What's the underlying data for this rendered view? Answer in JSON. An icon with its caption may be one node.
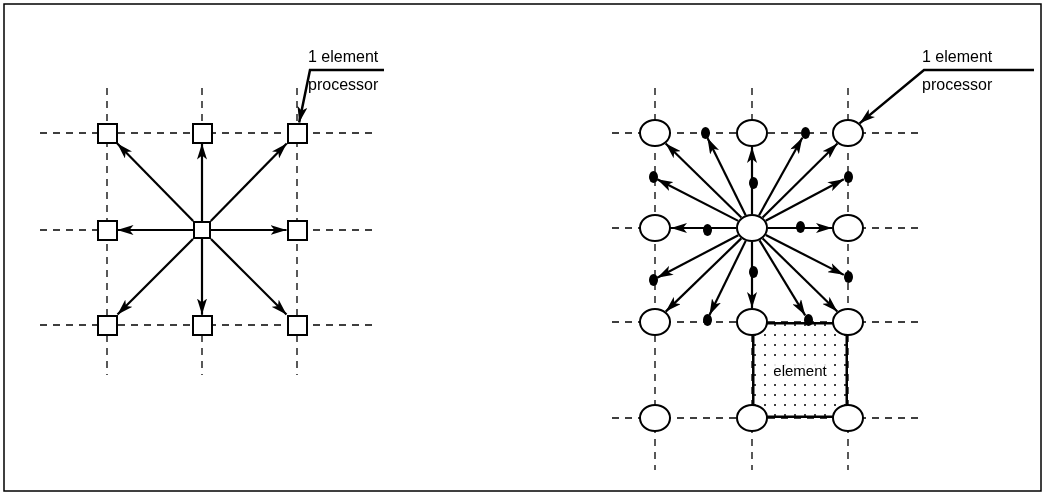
{
  "diagram": {
    "nodes": [
      {
        "text": [
          "1 element",
          "processor"
        ]
      },
      {
        "text": [],
        "shape": "box"
      },
      {
        "text": [],
        "shape": "box"
      },
      {
        "text": [],
        "shape": "box"
      },
      {
        "text": [],
        "shape": "box"
      },
      {
        "text": [],
        "shape": "box"
      },
      {
        "text": [],
        "shape": "box"
      },
      {
        "text": [],
        "shape": "box"
      },
      {
        "text": [],
        "shape": "box"
      },
      {
        "text": [],
        "shape": "box"
      },
      {
        "text": [
          "1 element",
          "processor"
        ]
      },
      {
        "text": [],
        "shape": "circle"
      },
      {
        "text": [],
        "shape": "circle"
      },
      {
        "text": [],
        "shape": "circle"
      },
      {
        "text": [],
        "shape": "circle"
      },
      {
        "text": [],
        "shape": "circle"
      },
      {
        "text": [],
        "shape": "circle"
      },
      {
        "text": [],
        "shape": "circle"
      },
      {
        "text": [],
        "shape": "circle"
      },
      {
        "text": [],
        "shape": "circle"
      },
      {
        "text": [],
        "shape": "circle"
      },
      {
        "text": [],
        "shape": "circle"
      },
      {
        "text": [],
        "shape": "circle"
      },
      {
        "text": [],
        "shape": "dot"
      },
      {
        "text": [],
        "shape": "dot"
      },
      {
        "text": [],
        "shape": "dot"
      },
      {
        "text": [],
        "shape": "dot"
      },
      {
        "text": [],
        "shape": "dot"
      },
      {
        "text": [],
        "shape": "dot"
      },
      {
        "text": [],
        "shape": "dot"
      },
      {
        "text": [],
        "shape": "dot"
      },
      {
        "text": [],
        "shape": "dot"
      },
      {
        "text": [],
        "shape": "dot"
      },
      {
        "text": [],
        "shape": "dot"
      },
      {
        "text": [],
        "shape": "dot"
      },
      {
        "text": [
          "element"
        ]
      }
    ],
    "edges": [
      {
        "from": 0,
        "to": 3,
        "arrow": "to"
      },
      {
        "from": 5,
        "to": 1,
        "arrow": "to"
      },
      {
        "from": 5,
        "to": 2,
        "arrow": "to"
      },
      {
        "from": 5,
        "to": 3,
        "arrow": "to"
      },
      {
        "from": 5,
        "to": 4,
        "arrow": "to"
      },
      {
        "from": 5,
        "to": 6,
        "arrow": "to"
      },
      {
        "from": 5,
        "to": 7,
        "arrow": "to"
      },
      {
        "from": 5,
        "to": 8,
        "arrow": "to"
      },
      {
        "from": 5,
        "to": 9,
        "arrow": "to"
      },
      {
        "from": 10,
        "to": 13,
        "arrow": "to"
      },
      {
        "from": 15,
        "to": 11,
        "arrow": "to"
      },
      {
        "from": 15,
        "to": 23,
        "arrow": "to"
      },
      {
        "from": 15,
        "to": 12,
        "arrow": "to"
      },
      {
        "from": 15,
        "to": 24,
        "arrow": "to"
      },
      {
        "from": 15,
        "to": 13,
        "arrow": "to"
      },
      {
        "from": 15,
        "to": 27,
        "arrow": "to"
      },
      {
        "from": 15,
        "to": 16,
        "arrow": "to"
      },
      {
        "from": 15,
        "to": 32,
        "arrow": "to"
      },
      {
        "from": 15,
        "to": 19,
        "arrow": "to"
      },
      {
        "from": 15,
        "to": 34,
        "arrow": "to"
      },
      {
        "from": 15,
        "to": 18,
        "arrow": "to"
      },
      {
        "from": 15,
        "to": 33,
        "arrow": "to"
      },
      {
        "from": 15,
        "to": 17,
        "arrow": "to"
      },
      {
        "from": 15,
        "to": 30,
        "arrow": "to"
      },
      {
        "from": 15,
        "to": 14,
        "arrow": "to"
      },
      {
        "from": 15,
        "to": 25,
        "arrow": "to"
      }
    ]
  }
}
